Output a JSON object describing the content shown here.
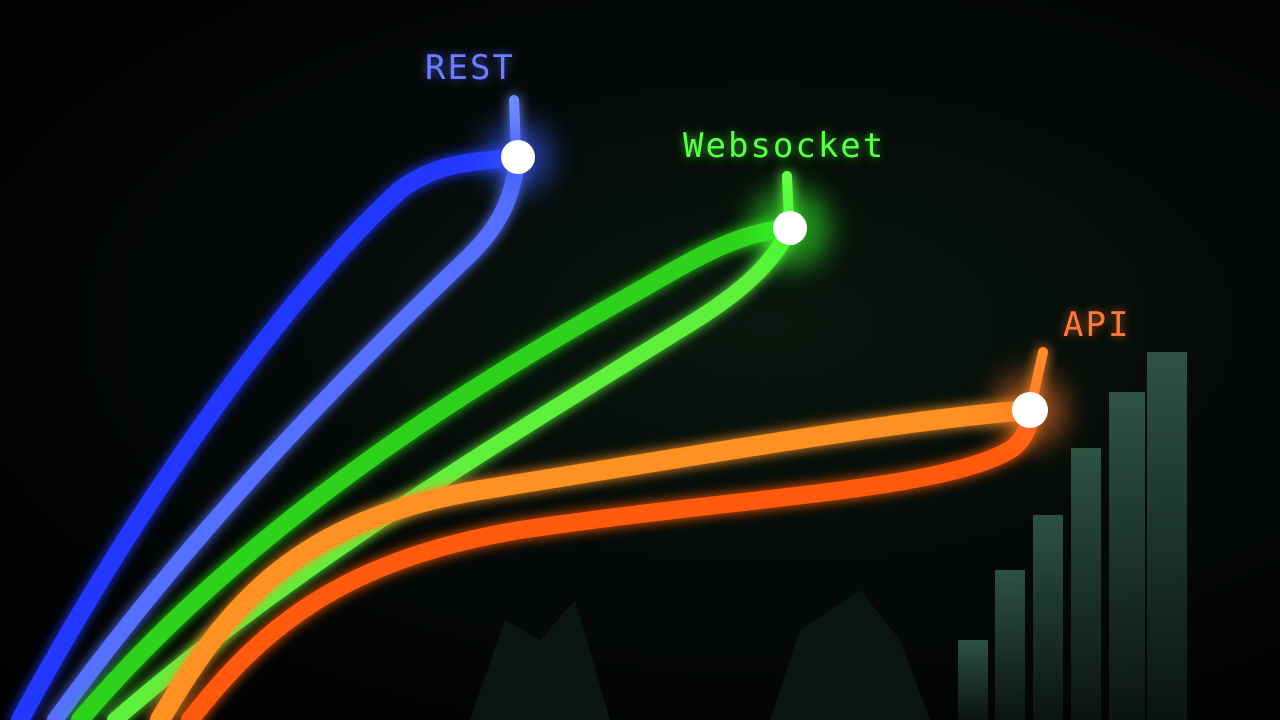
{
  "labels": {
    "rest": "REST",
    "websocket": "Websocket",
    "api": "API"
  },
  "colors": {
    "rest_inner": "#7ea2ff",
    "rest_outer": "#2438ff",
    "websocket_inner": "#7bff5a",
    "websocket_outer": "#2fd21a",
    "api_inner": "#ffb030",
    "api_outer": "#ff5a10",
    "node": "#ffffff",
    "bars": "#2a4a40"
  }
}
